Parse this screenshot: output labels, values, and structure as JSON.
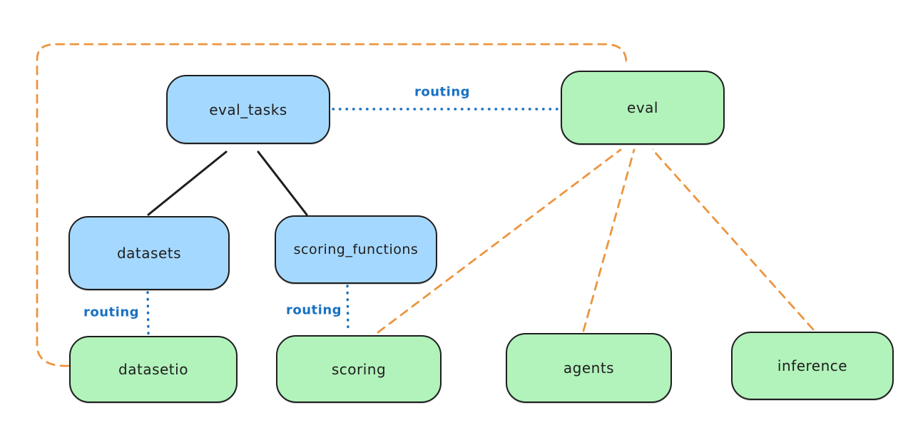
{
  "diagram": {
    "title_present": false,
    "background": "#ffffff",
    "colors": {
      "node_border": "#1e1e1e",
      "resource_fill_blue": "#a5d8ff",
      "api_fill_green": "#b2f2bb",
      "routing_text_blue": "#1971c2",
      "routing_dotted_line_blue": "#1971c2",
      "provider_dashed_orange": "#ec9540",
      "dependency_arrow_black": "#1e1e1e"
    },
    "nodes": {
      "eval_tasks": {
        "label": "eval_tasks",
        "fill": "#a5d8ff"
      },
      "eval": {
        "label": "eval",
        "fill": "#b2f2bb"
      },
      "datasets": {
        "label": "datasets",
        "fill": "#a5d8ff"
      },
      "scoring_functions": {
        "label": "scoring_functions",
        "fill": "#a5d8ff"
      },
      "datasetio": {
        "label": "datasetio",
        "fill": "#b2f2bb"
      },
      "scoring": {
        "label": "scoring",
        "fill": "#b2f2bb"
      },
      "agents": {
        "label": "agents",
        "fill": "#b2f2bb"
      },
      "inference": {
        "label": "inference",
        "fill": "#b2f2bb"
      }
    },
    "edge_labels": {
      "routing_top": "routing",
      "routing_left": "routing",
      "routing_mid": "routing"
    },
    "edges": [
      {
        "from": "datasets",
        "to": "eval_tasks",
        "style": "solid",
        "color": "#1e1e1e",
        "arrow": true,
        "label": ""
      },
      {
        "from": "scoring_functions",
        "to": "eval_tasks",
        "style": "solid",
        "color": "#1e1e1e",
        "arrow": true,
        "label": ""
      },
      {
        "from": "eval_tasks",
        "to": "eval",
        "style": "dotted",
        "color": "#1971c2",
        "arrow": false,
        "label": "routing"
      },
      {
        "from": "datasets",
        "to": "datasetio",
        "style": "dotted",
        "color": "#1971c2",
        "arrow": false,
        "label": "routing"
      },
      {
        "from": "scoring_functions",
        "to": "scoring",
        "style": "dotted",
        "color": "#1971c2",
        "arrow": false,
        "label": "routing"
      },
      {
        "from": "datasetio",
        "to": "eval",
        "style": "dashed",
        "color": "#ec9540",
        "arrow": true,
        "label": "",
        "route": "left-and-over-top"
      },
      {
        "from": "scoring",
        "to": "eval",
        "style": "dashed",
        "color": "#ec9540",
        "arrow": true,
        "label": ""
      },
      {
        "from": "agents",
        "to": "eval",
        "style": "dashed",
        "color": "#ec9540",
        "arrow": true,
        "label": ""
      },
      {
        "from": "inference",
        "to": "eval",
        "style": "dashed",
        "color": "#ec9540",
        "arrow": true,
        "label": ""
      }
    ]
  }
}
